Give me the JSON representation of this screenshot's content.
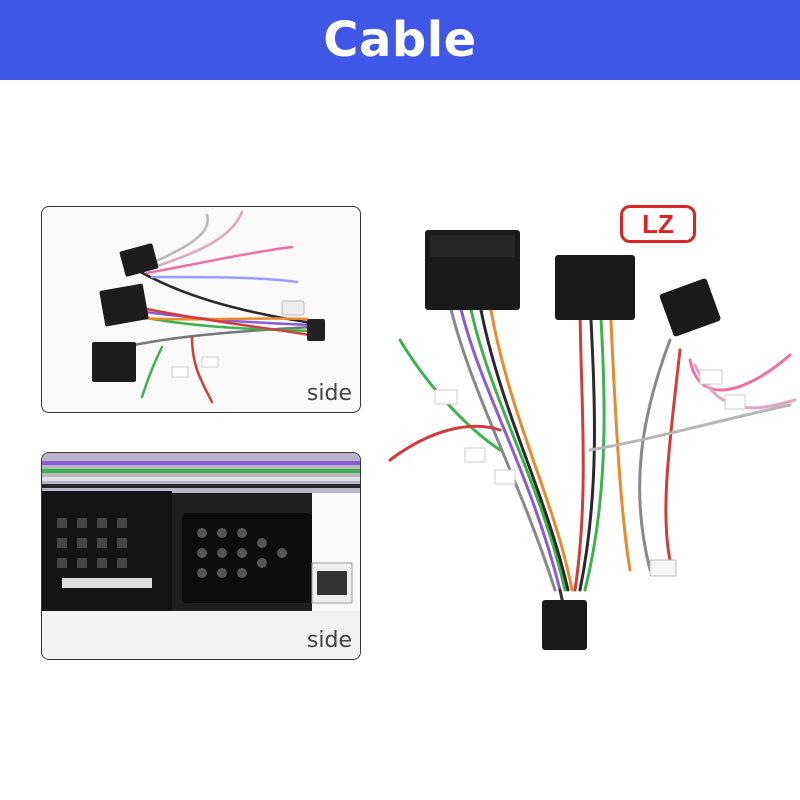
{
  "header": {
    "title": "Cable",
    "background": "#3f57e6",
    "text_color": "#ffffff"
  },
  "badge": {
    "text": "LZ",
    "color": "#dd2222"
  },
  "panels": [
    {
      "label": "side"
    },
    {
      "label": "side"
    }
  ]
}
